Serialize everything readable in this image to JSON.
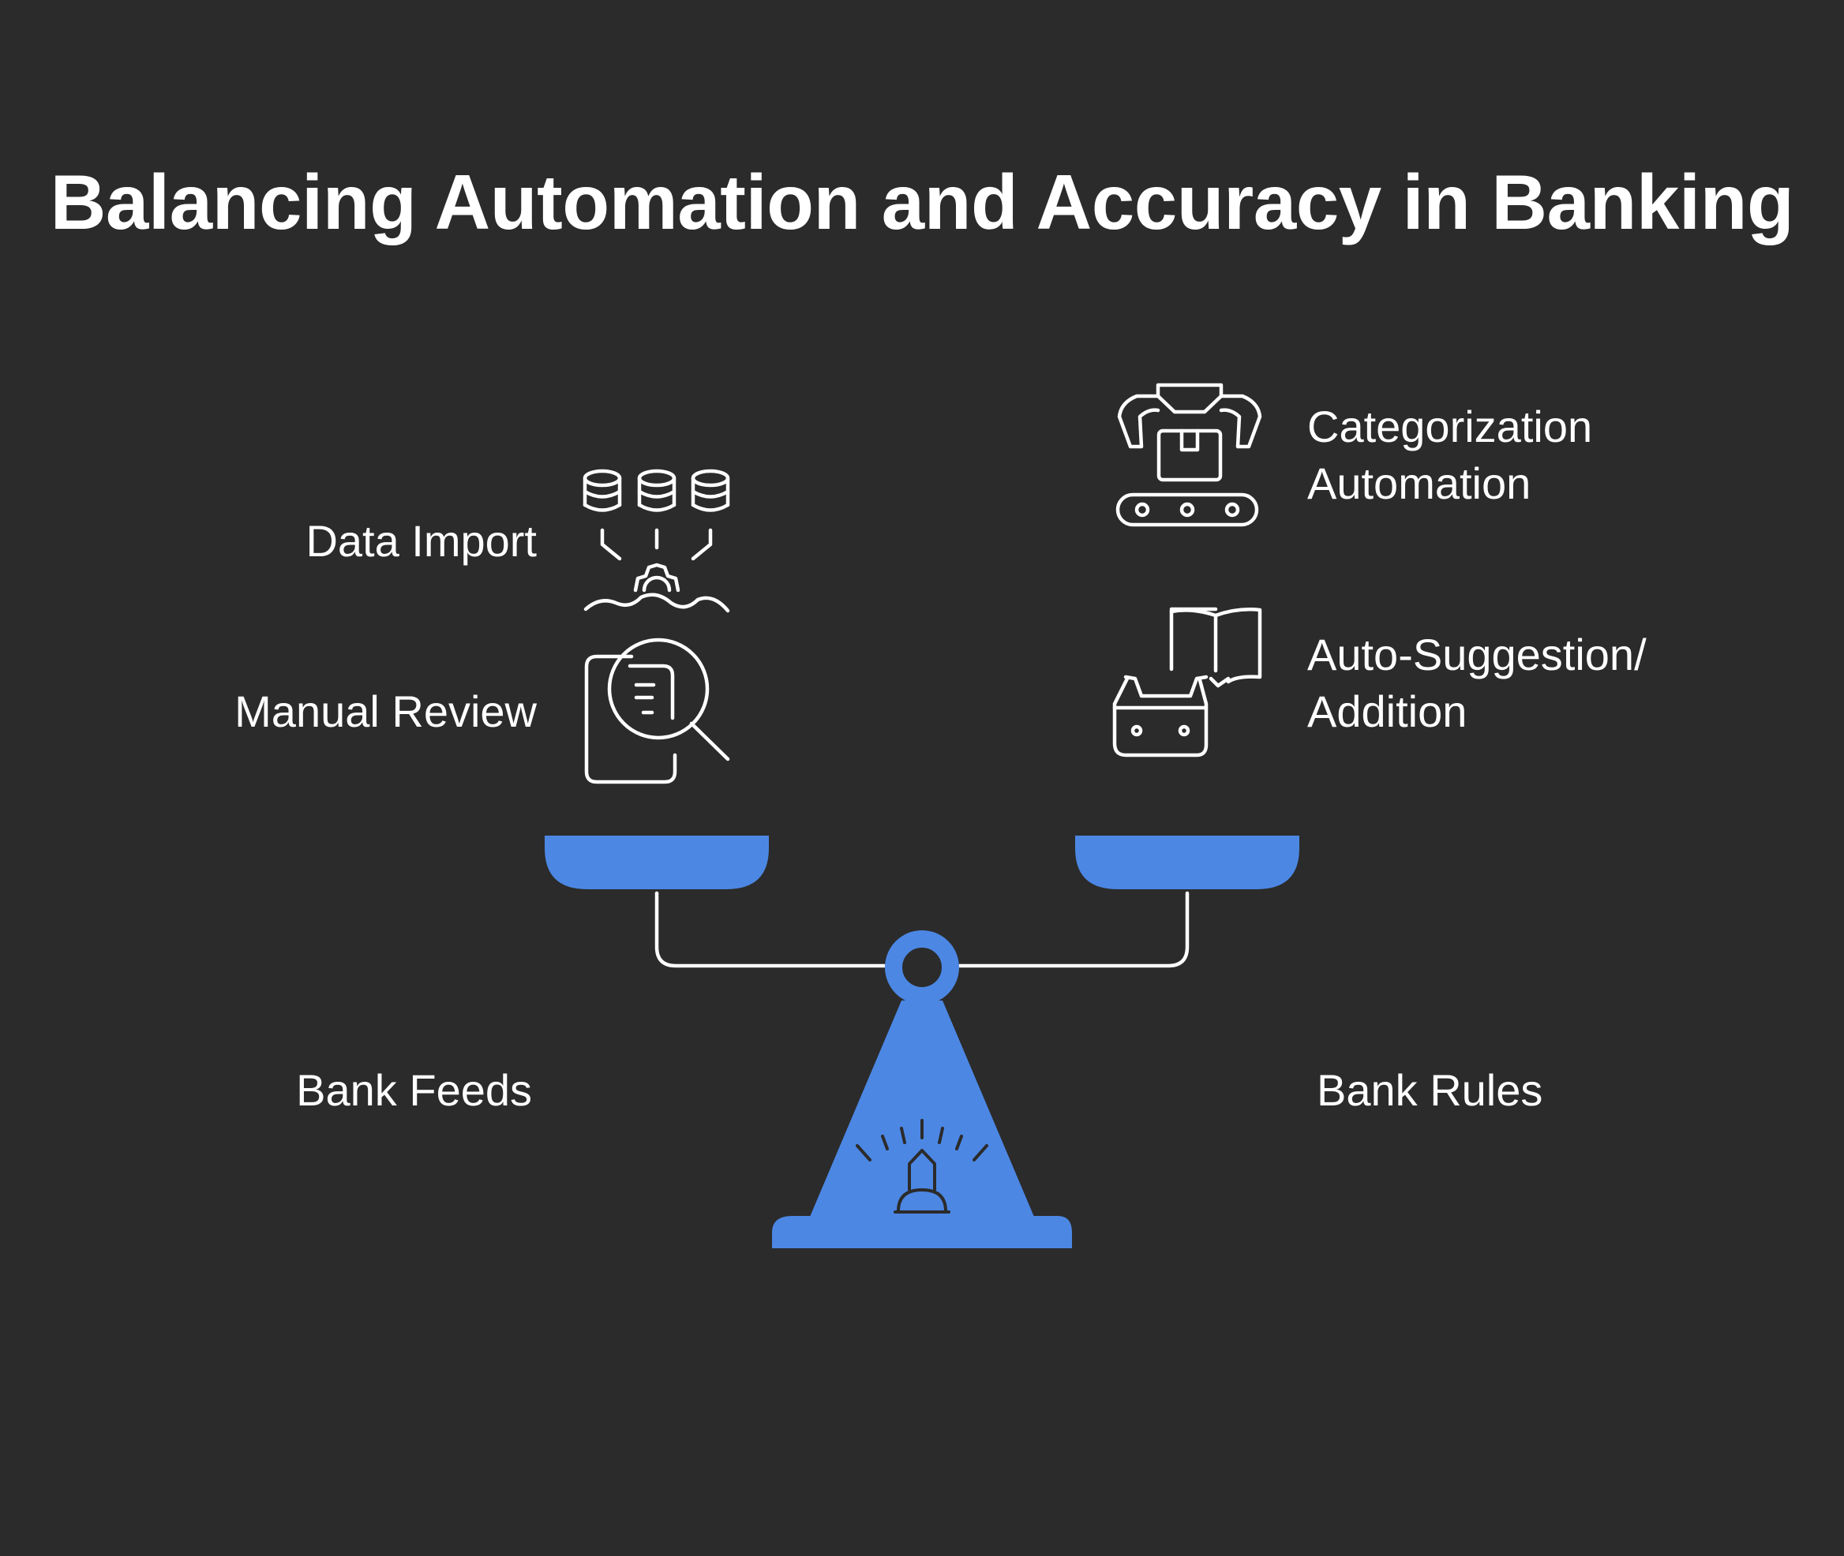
{
  "title": "Balancing Automation and Accuracy in Banking",
  "left_side": {
    "heading": "Bank Feeds",
    "items": [
      {
        "label": "Data Import",
        "icon": "data-import-icon"
      },
      {
        "label": "Manual Review",
        "icon": "manual-review-icon"
      }
    ]
  },
  "right_side": {
    "heading": "Bank Rules",
    "items": [
      {
        "label_lines": [
          "Categorization",
          "Automation"
        ],
        "icon": "categorization-automation-icon"
      },
      {
        "label_lines": [
          "Auto-Suggestion/",
          "Addition"
        ],
        "icon": "auto-suggestion-icon"
      }
    ]
  },
  "colors": {
    "background": "#2b2b2b",
    "scale": "#4c87e4",
    "text": "#ffffff",
    "icon_stroke": "#ffffff"
  }
}
